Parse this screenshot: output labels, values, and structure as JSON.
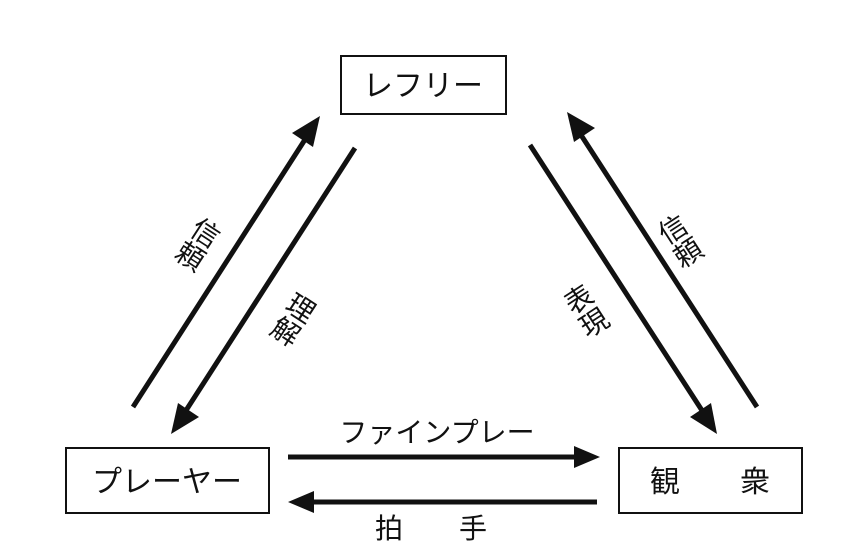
{
  "nodes": {
    "referee": "レフリー",
    "player": "プレーヤー",
    "audience": "観　　衆"
  },
  "edges": {
    "player_to_referee": "信頼",
    "referee_to_player": "理解",
    "referee_to_audience": "表現",
    "audience_to_referee": "信頼",
    "player_to_audience": "ファインプレー",
    "audience_to_player": "拍　　手"
  },
  "colors": {
    "line": "#111111",
    "background": "#ffffff"
  }
}
